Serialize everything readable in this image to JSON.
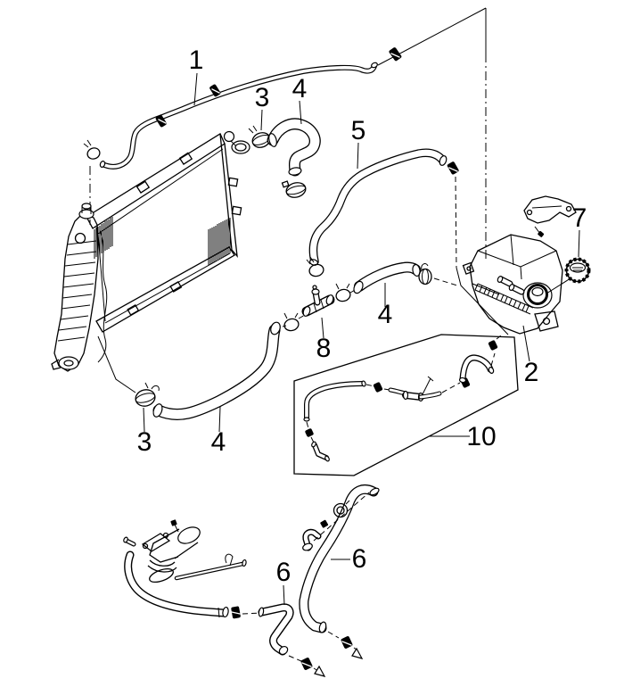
{
  "diagram": {
    "title": "cooling-system-parts-diagram",
    "colors": {
      "background": "#ffffff",
      "line": "#000000"
    },
    "callouts": [
      {
        "text": "1"
      },
      {
        "text": "3"
      },
      {
        "text": "4"
      },
      {
        "text": "5"
      },
      {
        "text": "7"
      },
      {
        "text": "2"
      },
      {
        "text": "8"
      },
      {
        "text": "4"
      },
      {
        "text": "3"
      },
      {
        "text": "4"
      },
      {
        "text": "10"
      },
      {
        "text": "6"
      },
      {
        "text": "6"
      }
    ]
  }
}
